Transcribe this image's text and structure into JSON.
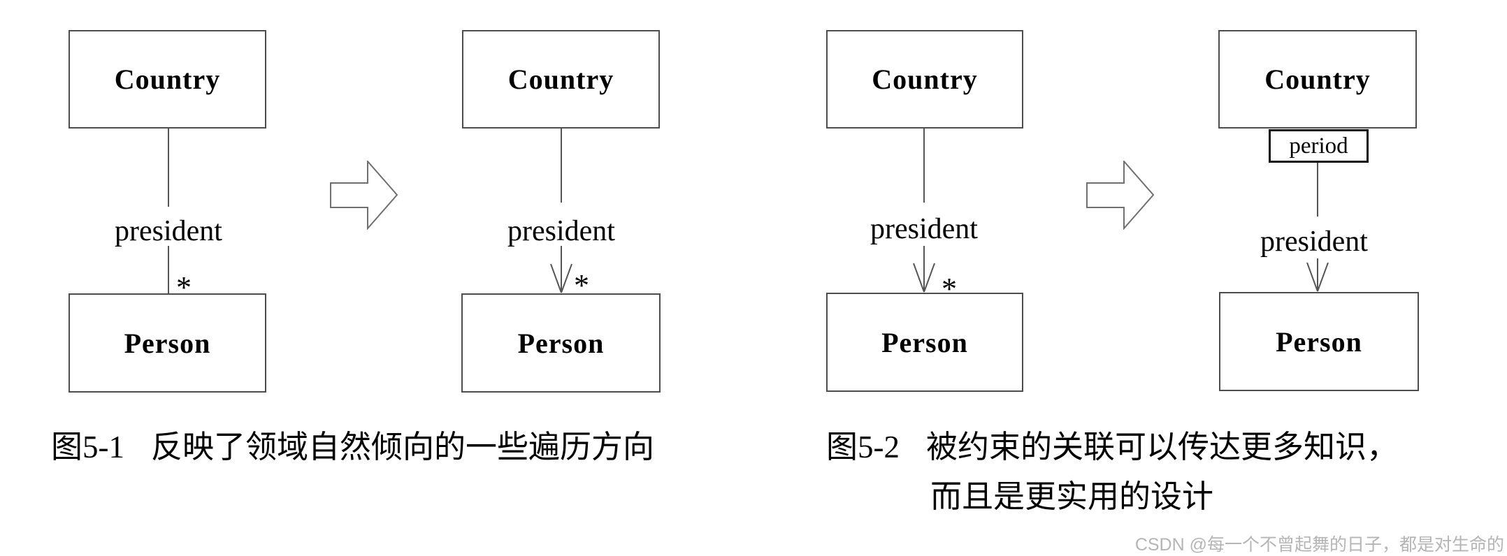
{
  "figures": [
    {
      "id": "5-1",
      "caption": {
        "label": "图5-1",
        "line1": "反映了领域自然倾向的一些遍历方向",
        "line2": null
      },
      "diagrams": [
        {
          "top_class": "Country",
          "bottom_class": "Person",
          "association_label": "president",
          "multiplicity": "*",
          "directional": false,
          "qualifier": null
        },
        {
          "top_class": "Country",
          "bottom_class": "Person",
          "association_label": "president",
          "multiplicity": "*",
          "directional": true,
          "qualifier": null
        }
      ]
    },
    {
      "id": "5-2",
      "caption": {
        "label": "图5-2",
        "line1": "被约束的关联可以传达更多知识，",
        "line2": "而且是更实用的设计"
      },
      "diagrams": [
        {
          "top_class": "Country",
          "bottom_class": "Person",
          "association_label": "president",
          "multiplicity": "*",
          "directional": true,
          "qualifier": null
        },
        {
          "top_class": "Country",
          "bottom_class": "Person",
          "association_label": "president",
          "multiplicity": null,
          "directional": true,
          "qualifier": "period"
        }
      ]
    }
  ],
  "watermark": "CSDN @每一个不曾起舞的日子，都是对生命的",
  "colors": {
    "background": "#ffffff",
    "box_border": "#4d4d4d",
    "line": "#555555",
    "qualifier_border": "#111111",
    "block_arrow_stroke": "#707070",
    "text": "#000000",
    "watermark_text": "#b5b5b5"
  }
}
